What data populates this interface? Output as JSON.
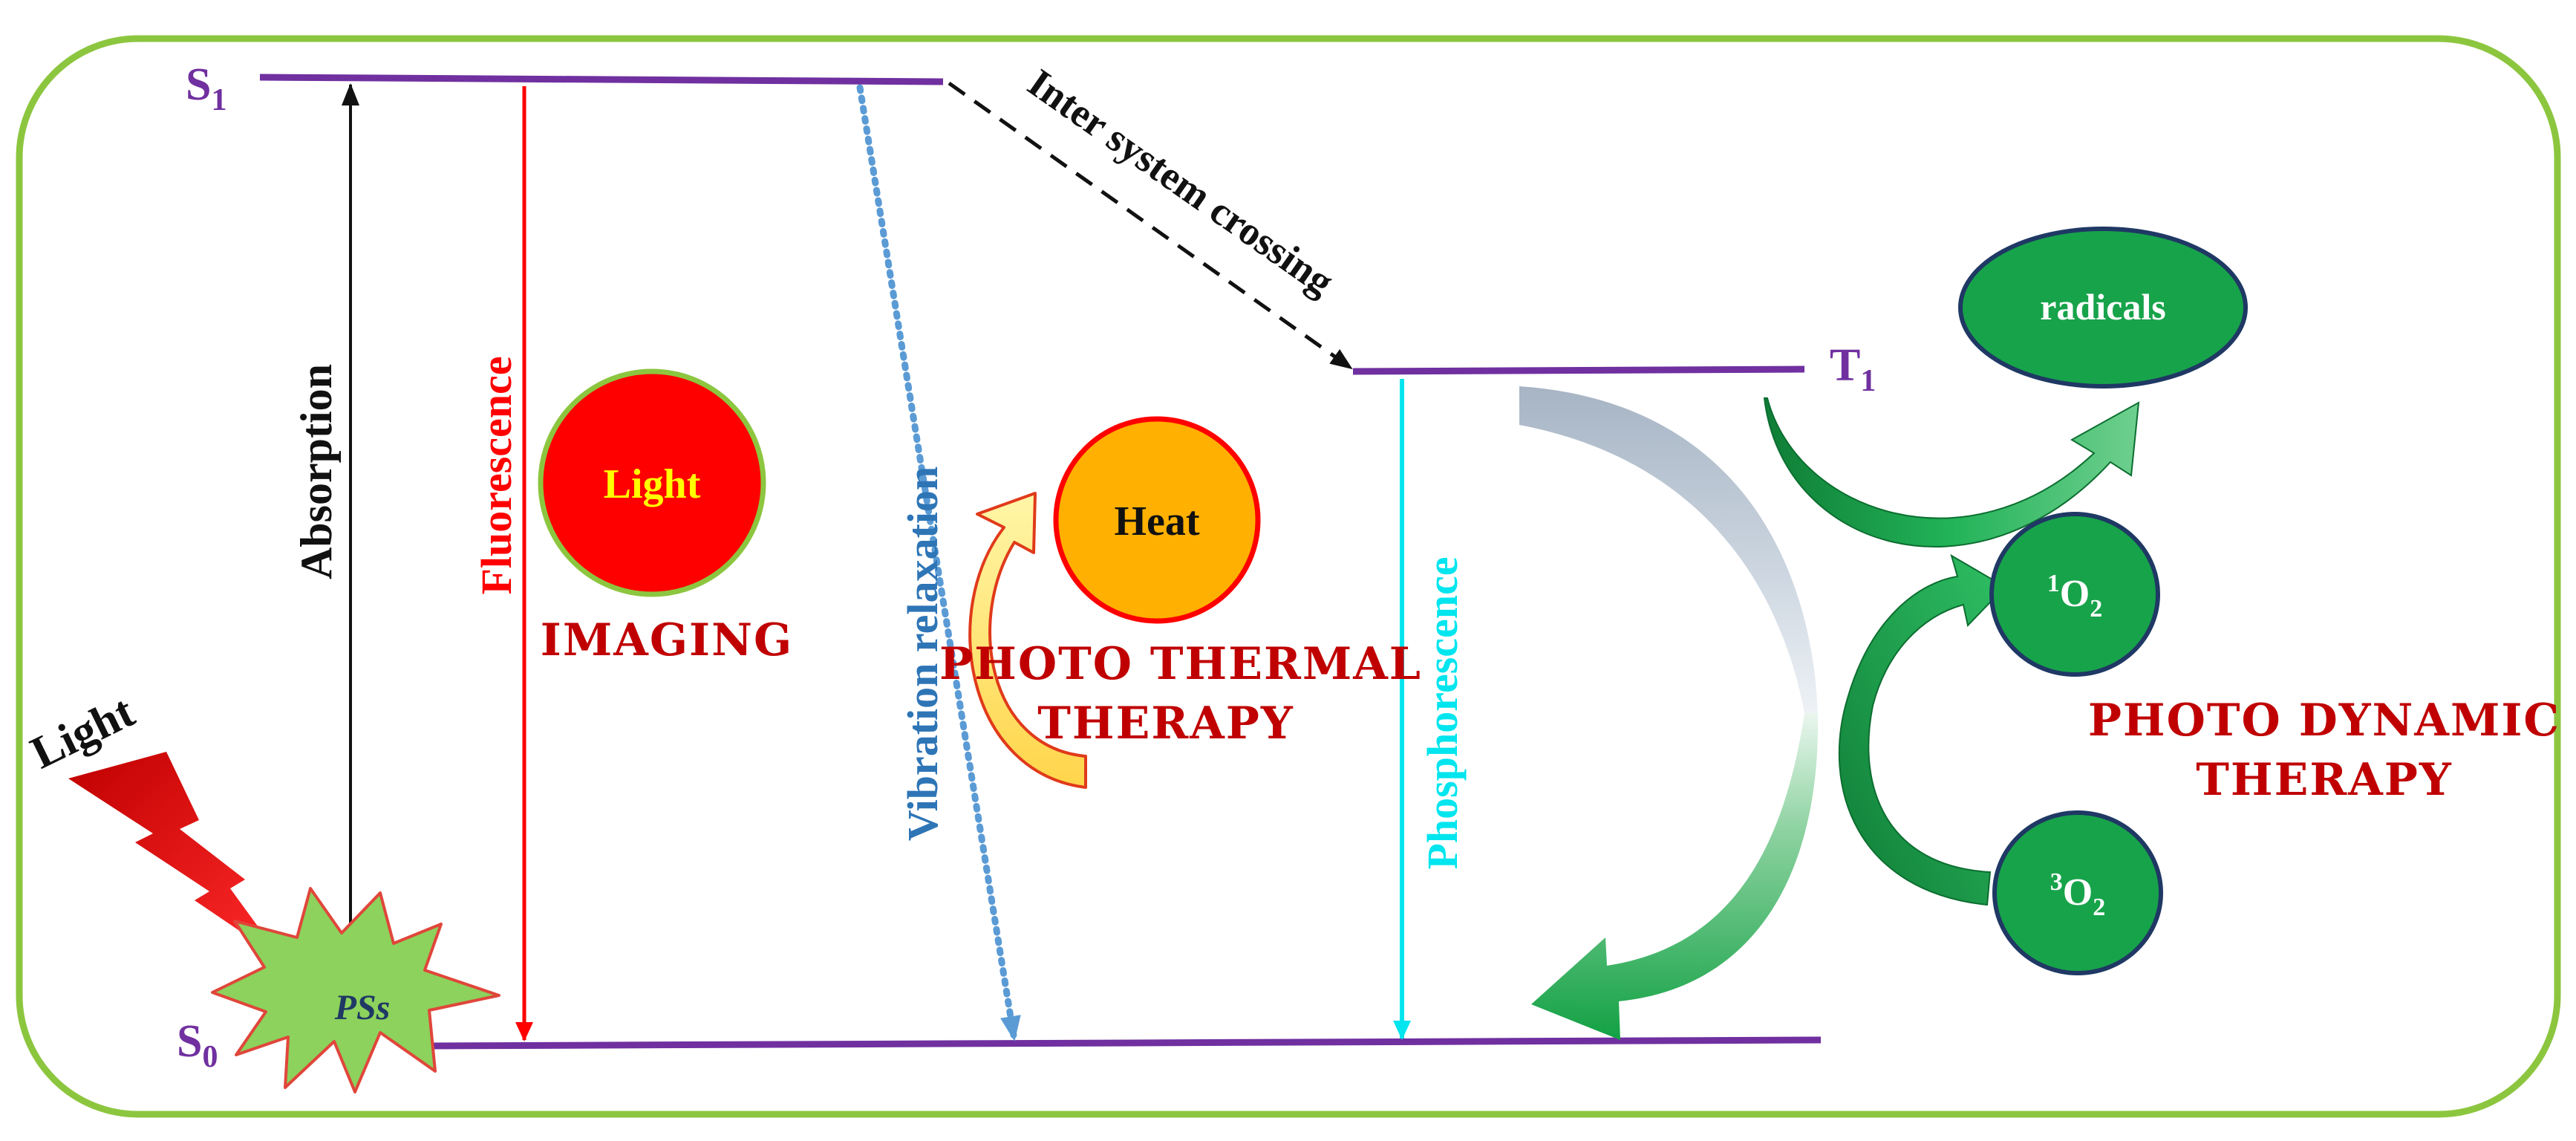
{
  "levels": {
    "s1": {
      "base": "S",
      "sub": "1"
    },
    "s0": {
      "base": "S",
      "sub": "0"
    },
    "t1": {
      "base": "T",
      "sub": "1"
    }
  },
  "transitions": {
    "absorption": "Absorption",
    "fluorescence": "Fluorescence",
    "vibration": "Vibration relaxation",
    "isc": "Inter system crossing",
    "phosphorescence": "Phosphorescence"
  },
  "light_source": "Light",
  "photosensitizer": "PSs",
  "light_circle": "Light",
  "heat_circle": "Heat",
  "imaging": "IMAGING",
  "photothermal": {
    "line1": "PHOTO THERMAL",
    "line2": "THERAPY"
  },
  "photodynamic": {
    "line1": "PHOTO DYNAMIC",
    "line2": "THERAPY"
  },
  "products": {
    "radicals": "radicals",
    "singlet_oxygen": {
      "sup": "1",
      "base": "O",
      "sub": "2"
    },
    "triplet_oxygen": {
      "sup": "3",
      "base": "O",
      "sub": "2"
    }
  },
  "colors": {
    "border": "#8cc63f",
    "level_line": "#7030a0",
    "absorption": "#111111",
    "fluorescence": "#ff0000",
    "vibration": "#5b9bd5",
    "phosphorescence": "#00e5ee",
    "therapy_text": "#c00000",
    "green_fill": "#17a34a",
    "navy_stroke": "#1f3864",
    "heat_fill": "#ffb000",
    "light_fill": "#ff0000"
  }
}
